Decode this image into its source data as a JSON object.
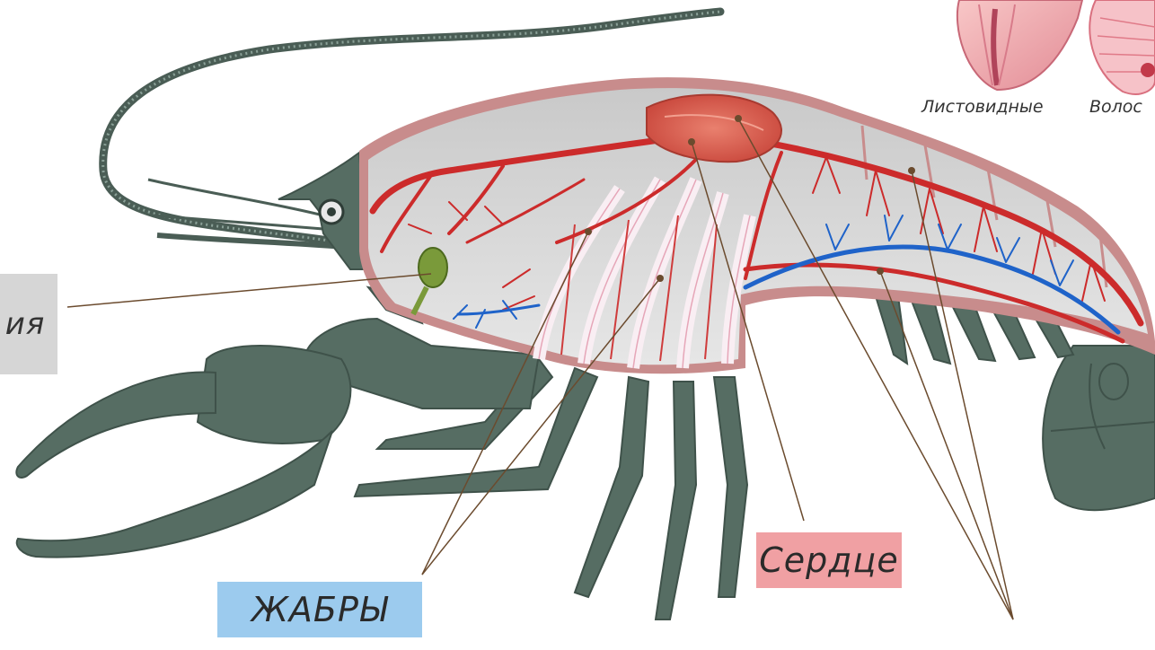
{
  "labels": {
    "heart": "Сердце",
    "gills": "ЖАБРЫ",
    "left_fragment": "ия",
    "gill_type_leaf": "Листовидные",
    "gill_type_hair": "Волос"
  },
  "colors": {
    "heart_box": "#f0a0a3",
    "gills_box": "#9ccbee",
    "left_box": "#d6d6d6",
    "body_dark": "#566d63",
    "body_cavity": "#d9d9d9",
    "shell_outline": "#c88c8c",
    "artery": "#cc2b2b",
    "vein": "#1f63c9",
    "gill_white": "#f6eaf0",
    "pointer_line": "#6b4b2e"
  }
}
